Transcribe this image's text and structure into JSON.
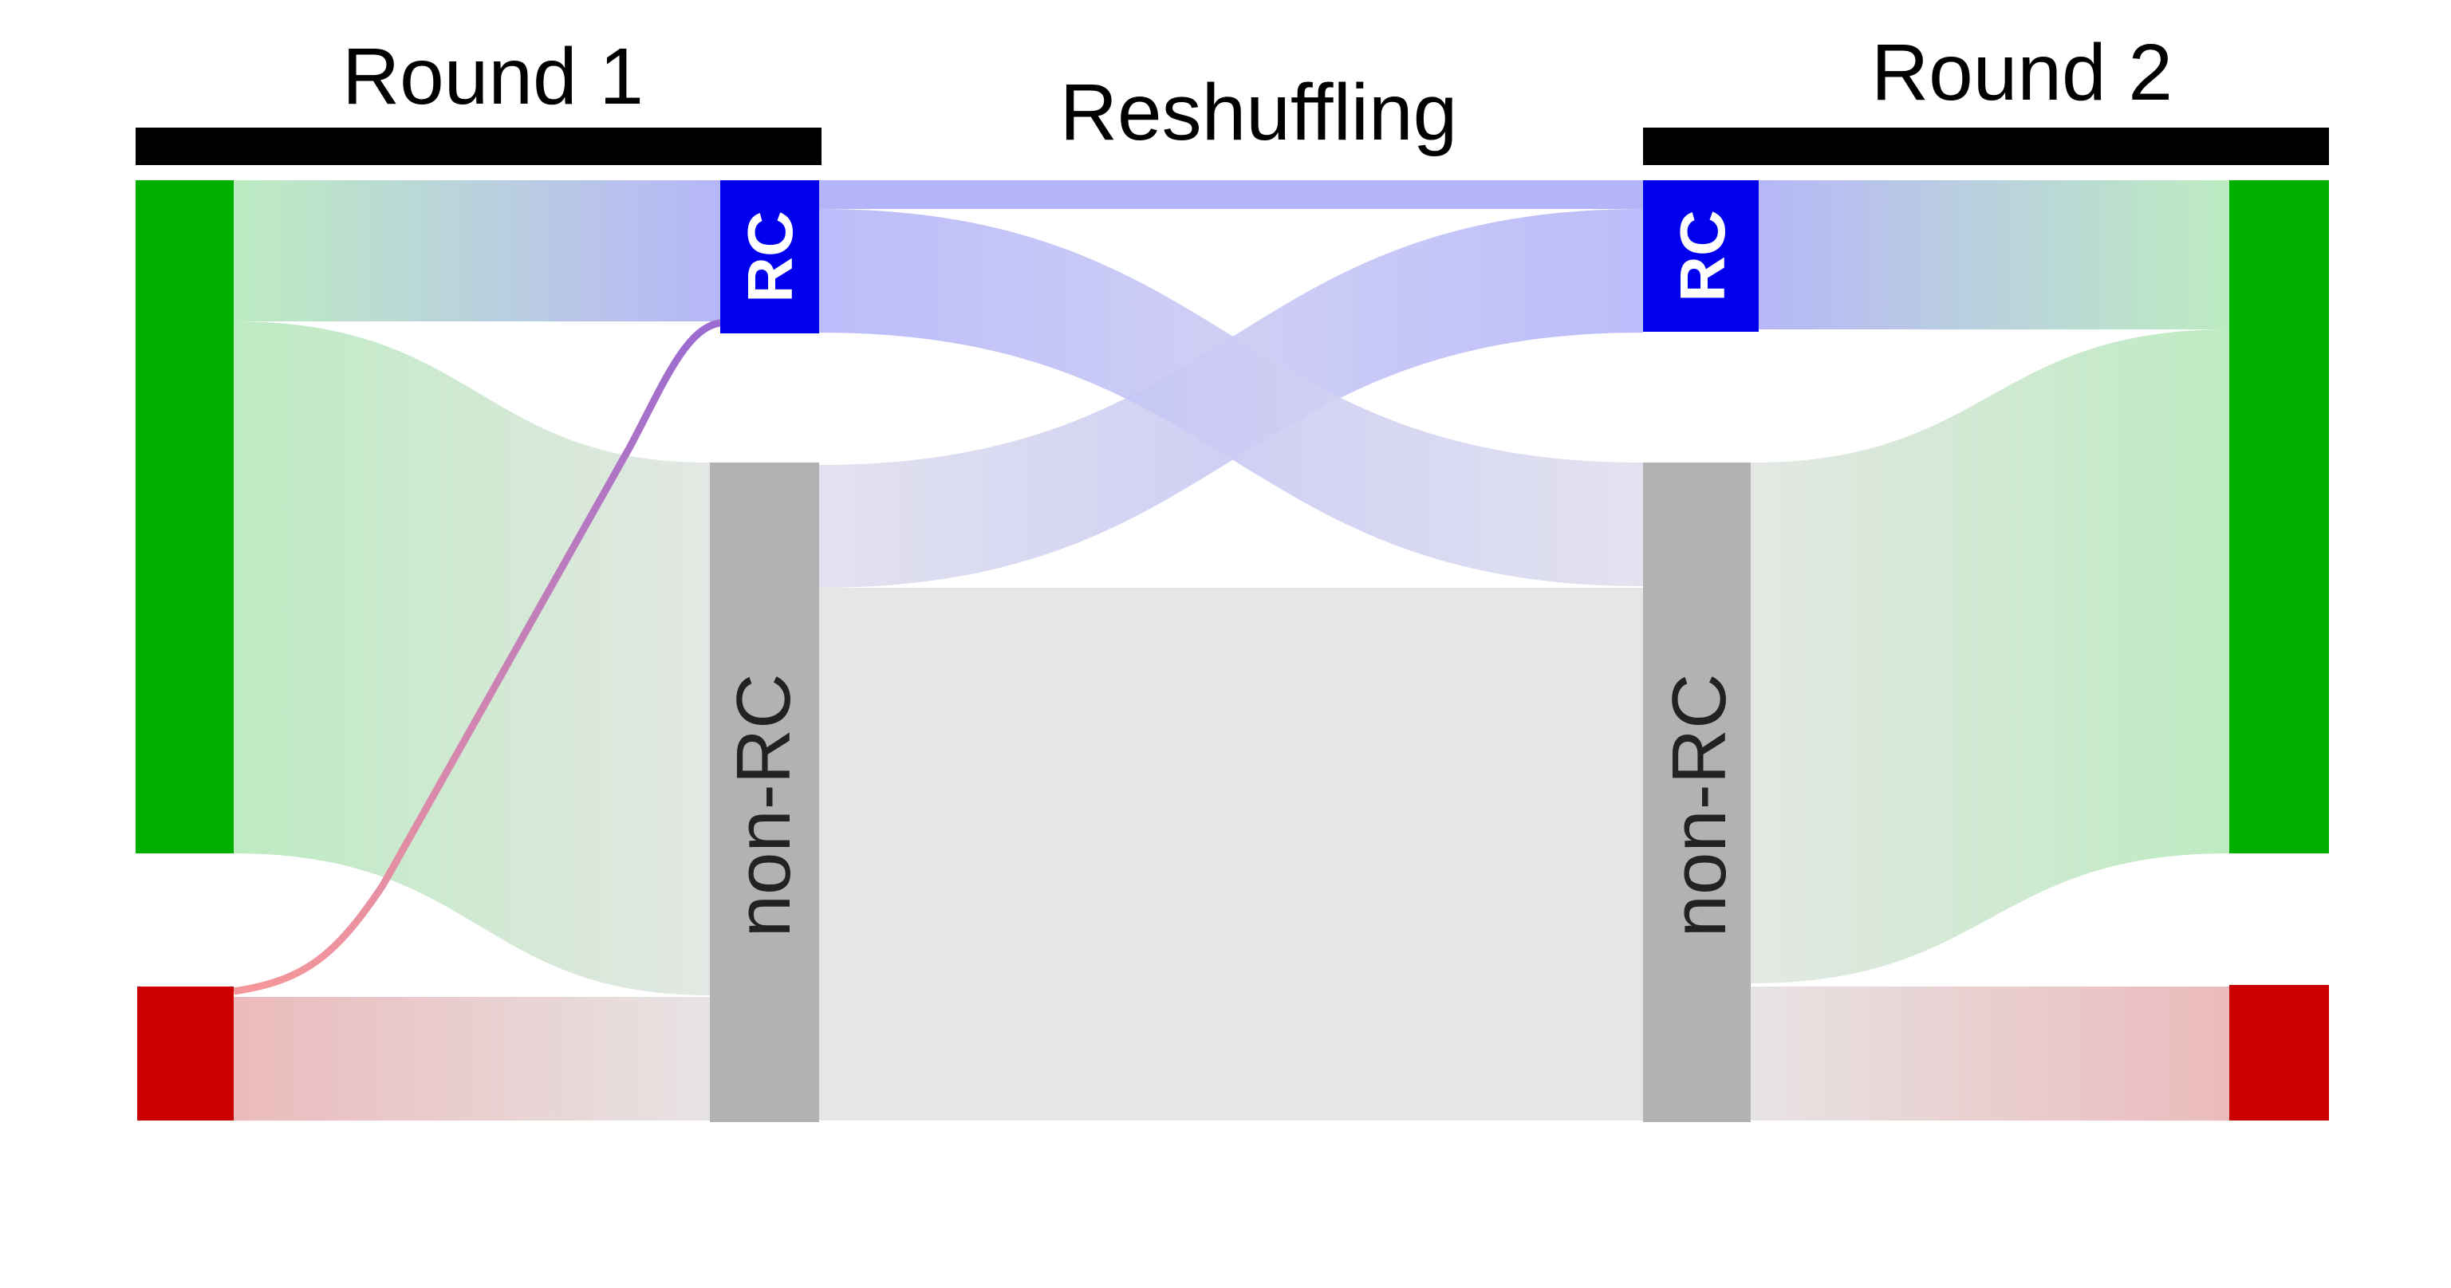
{
  "headers": {
    "round1": "Round 1",
    "reshuffling": "Reshuffling",
    "round2": "Round 2"
  },
  "nodes": {
    "rc_label": "RC",
    "nonrc_label": "non-RC"
  },
  "colors": {
    "green": "#00b000",
    "red": "#cc0000",
    "rc_blue": "#0000ee",
    "nonrc_gray": "#b2b2b2",
    "bar_black": "#000000",
    "flow_green": "#bfe8c4",
    "flow_blue": "#b4b4fa",
    "flow_red": "#ebbabb",
    "flow_gray": "#e6e6e6",
    "thin_purple": "#9b6bd1",
    "thin_pink": "#f4969a"
  }
}
